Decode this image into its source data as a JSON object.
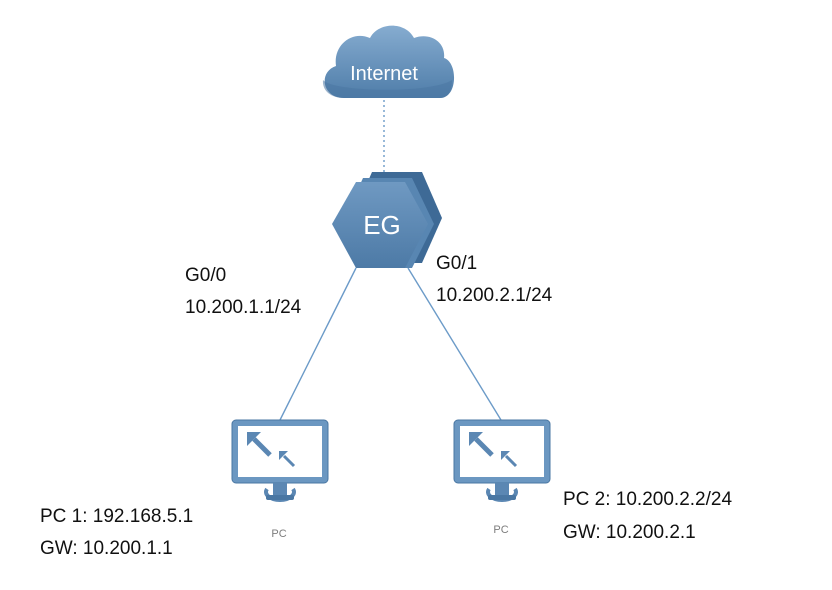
{
  "colors": {
    "device_blue": "#5b87b3",
    "device_light": "#7da5ca",
    "device_dark": "#3e6a96",
    "link_line": "#6c9bc8",
    "screen": "#ffffff"
  },
  "internet": {
    "label": "Internet",
    "icon": "cloud-icon"
  },
  "gateway": {
    "label": "EG",
    "icon": "router-hexagon-icon"
  },
  "interfaces": {
    "g0_0": {
      "name": "G0/0",
      "ip": "10.200.1.1/24"
    },
    "g0_1": {
      "name": "G0/1",
      "ip": "10.200.2.1/24"
    }
  },
  "pcs": [
    {
      "icon_label": "PC",
      "address": "PC 1: 192.168.5.1",
      "gateway": "GW: 10.200.1.1"
    },
    {
      "icon_label": "PC",
      "address": "PC 2: 10.200.2.2/24",
      "gateway": "GW: 10.200.2.1"
    }
  ]
}
